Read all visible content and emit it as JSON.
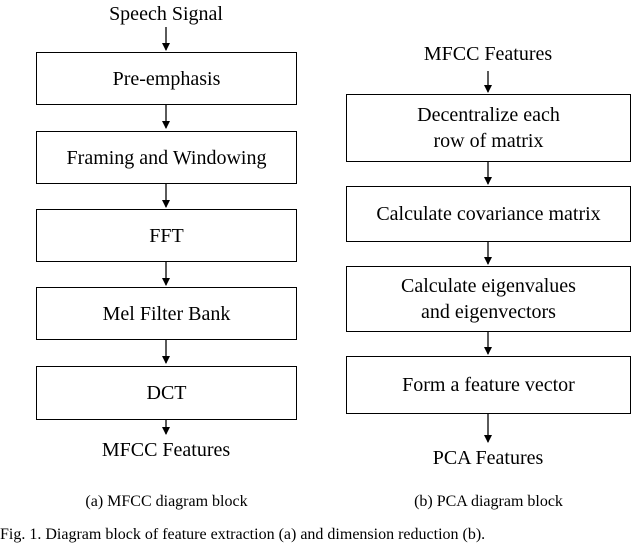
{
  "mfcc_diagram": {
    "input_label": "Speech Signal",
    "steps": [
      "Pre-emphasis",
      "Framing and Windowing",
      "FFT",
      "Mel Filter Bank",
      "DCT"
    ],
    "output_label": "MFCC Features",
    "caption": "(a) MFCC diagram block"
  },
  "pca_diagram": {
    "input_label": "MFCC Features",
    "steps": [
      "Decentralize each\nrow of matrix",
      "Calculate covariance matrix",
      "Calculate eigenvalues\nand eigenvectors",
      "Form a feature vector"
    ],
    "output_label": "PCA Features",
    "caption": "(b) PCA diagram block"
  },
  "figure_caption": "Fig. 1.   Diagram block of feature extraction (a) and dimension reduction (b)."
}
